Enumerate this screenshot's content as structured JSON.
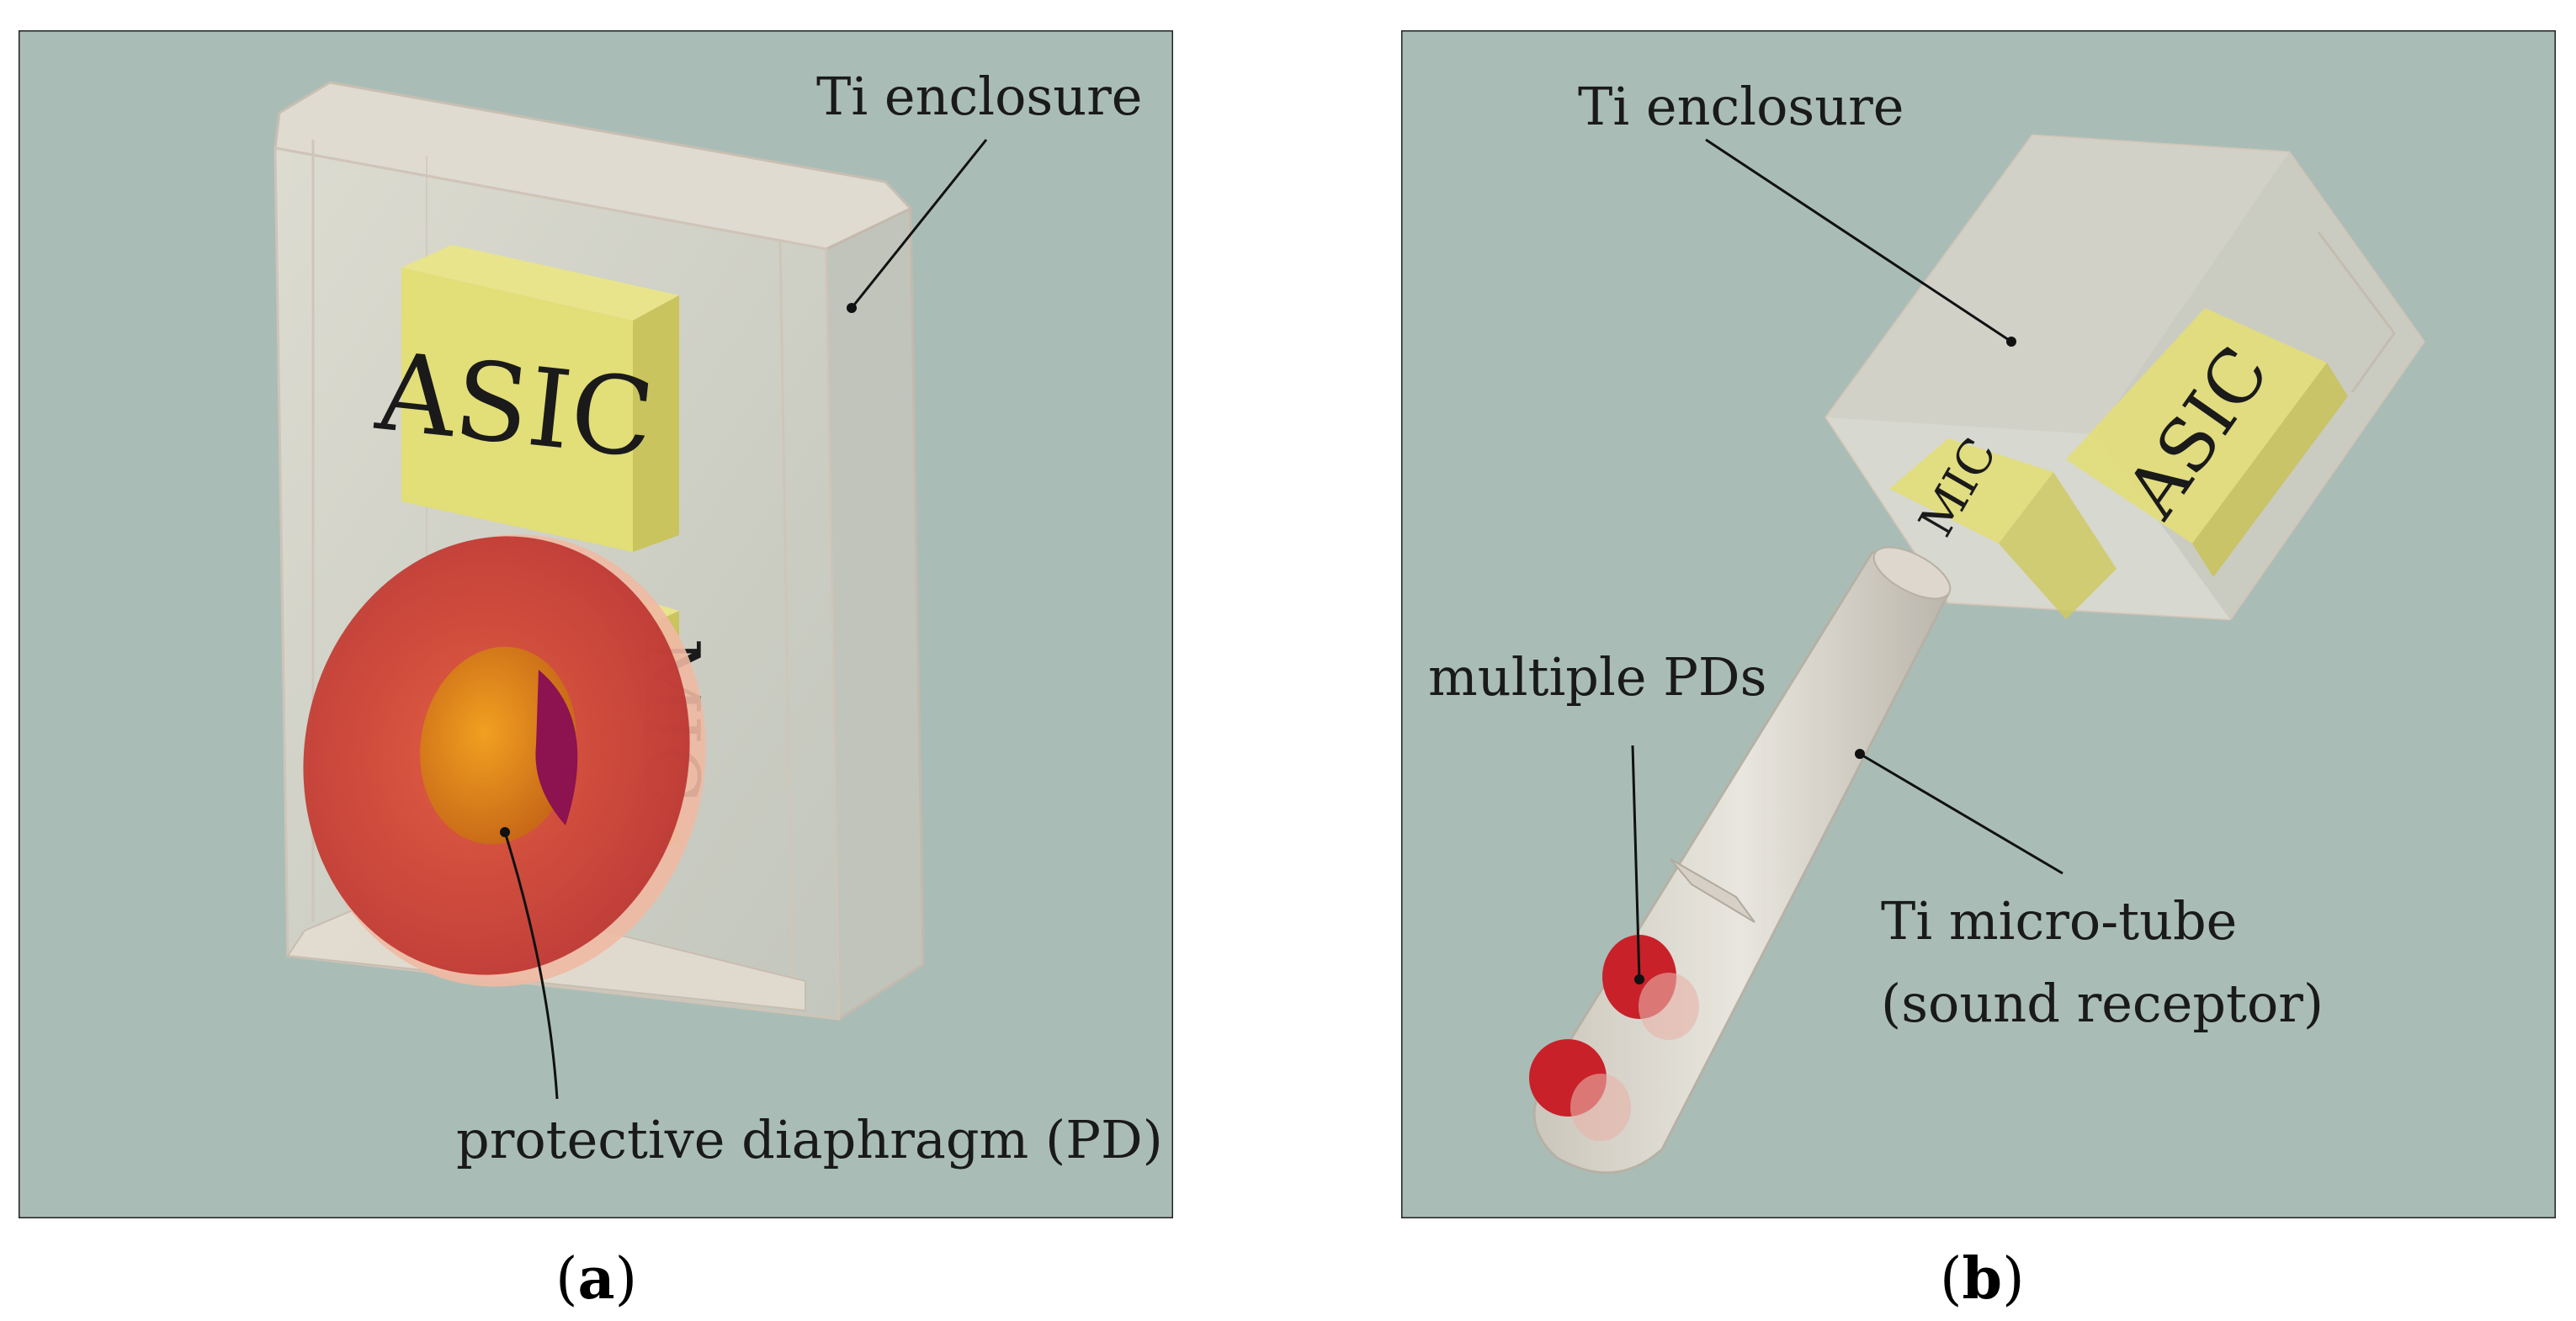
{
  "panel_a": {
    "caption_letter": "a",
    "label_enclosure": "Ti enclosure",
    "label_diaphragm": "protective diaphragm (PD)",
    "chip_asic": "ASIC",
    "chip_mic": "MIC"
  },
  "panel_b": {
    "caption_letter": "b",
    "label_enclosure": "Ti enclosure",
    "label_pds": "multiple PDs",
    "label_tube_line1": "Ti micro-tube",
    "label_tube_line2": "(sound receptor)",
    "chip_asic": "ASIC",
    "chip_mic": "MIC"
  },
  "colors": {
    "background": "#a9bdb6",
    "enclosure": "#e6dcd0",
    "chip": "#e4e07a",
    "diaphragm": "#cc3a36",
    "pd_red": "#c8212a"
  }
}
